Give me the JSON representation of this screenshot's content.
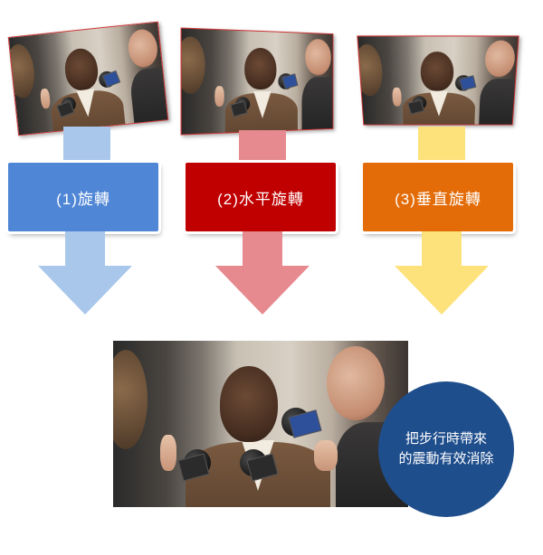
{
  "steps": [
    {
      "label": "(1)旋轉",
      "color": "#4f86d6",
      "stem_color": "#a9c7eb",
      "arrow_color": "#a9c7eb"
    },
    {
      "label": "(2)水平旋轉",
      "color": "#c00000",
      "stem_color": "#e68a8f",
      "arrow_color": "#e68a8f"
    },
    {
      "label": "(3)垂直旋轉",
      "color": "#e36c09",
      "stem_color": "#fde27b",
      "arrow_color": "#fde27b"
    }
  ],
  "result": {
    "line1": "把步行時帶來",
    "line2": "的震動有效消除",
    "circle_color": "#1f4e8c"
  }
}
